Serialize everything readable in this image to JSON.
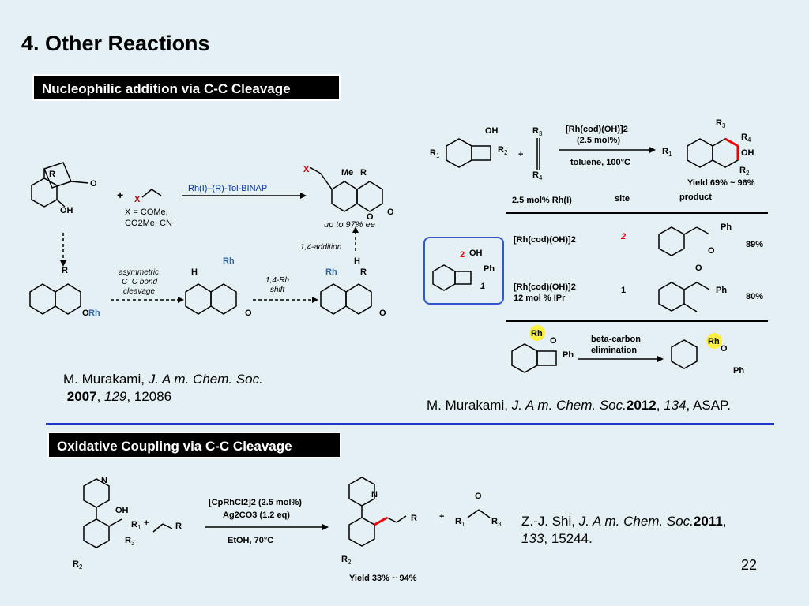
{
  "title": "4. Other Reactions",
  "banner_top": "Nucleophilic addition via C-C Cleavage",
  "banner_bottom": "Oxidative Coupling via C-C Cleavage",
  "page_number": "22",
  "ref1": {
    "author": "M. Murakami, ",
    "journal": "J. A m. Chem. Soc.",
    "year": "2007",
    "sep1": ", ",
    "volume": "129",
    "sep2": ",  12086"
  },
  "ref2": {
    "author": "M. Murakami, ",
    "journal": "J. A m. Chem. Soc.",
    "year": "2012",
    "sep1": ", ",
    "volume": "134",
    "sep2": ",  ASAP."
  },
  "ref3": {
    "author": "Z.-J. Shi, ",
    "journal": "J. A m. Chem. Soc.",
    "year": "2011",
    "sep1": ",",
    "volume": "133",
    "sep2": ",  15244."
  },
  "scheme1": {
    "cond_top": "Rh(I)–(R)-Tol-BINAP",
    "reagent_x": "X = COMe,",
    "reagent_x2": "CO2Me, CN",
    "product_ee": "up to 97% ee",
    "step_addition": "1,4-addition",
    "step_cleavage1": "asymmetric",
    "step_cleavage2": "C–C bond",
    "step_cleavage3": "cleavage",
    "step_shift1": "1,4-Rh",
    "step_shift2": "shift"
  },
  "scheme2": {
    "cond1": "[Rh(cod)(OH)]2",
    "cond2": "(2.5 mol%)",
    "cond3": "toluene, 100°C",
    "yield": "Yield 69% ~ 96%",
    "col1": "2.5 mol% Rh(I)",
    "col2": "site",
    "col3": "product",
    "rows": [
      {
        "cat": "[Rh(cod)(OH)]2",
        "cat2": "",
        "site": "2",
        "yield": "89%"
      },
      {
        "cat": "[Rh(cod)(OH)]2",
        "cat2": "12 mol % IPr",
        "site": "1",
        "yield": "80%"
      }
    ],
    "mech_label1": "beta-carbon",
    "mech_label2": "elimination"
  },
  "scheme3": {
    "cond1": "[CpRhCl2]2 (2.5 mol%)",
    "cond2": "Ag2CO3 (1.2 eq)",
    "cond3": "EtOH, 70°C",
    "yield": "Yield 33% ~ 94%"
  }
}
